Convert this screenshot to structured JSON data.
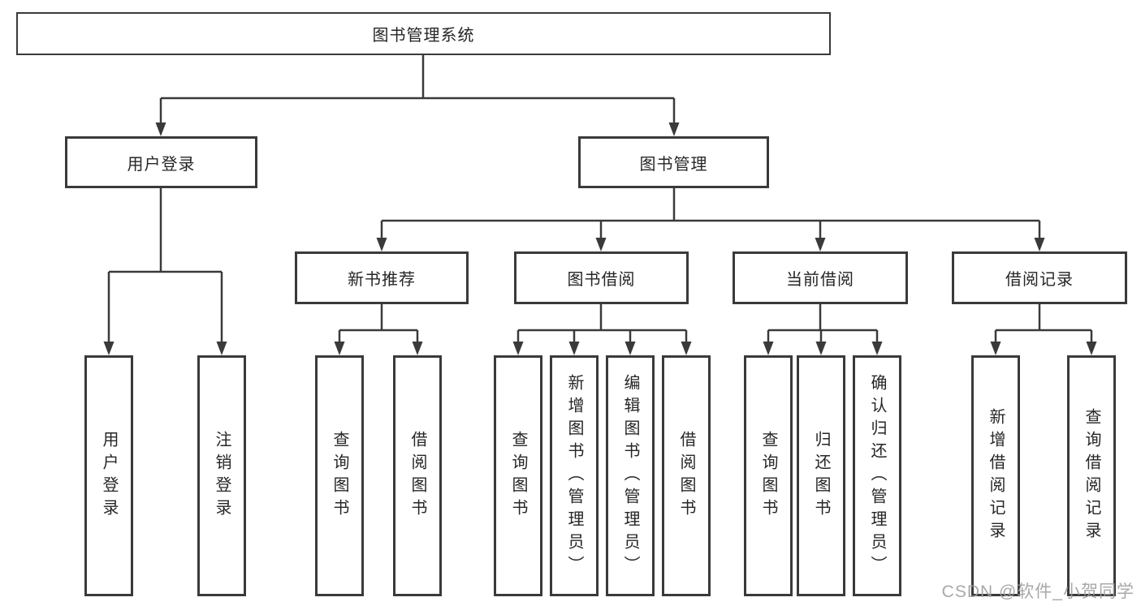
{
  "diagram": {
    "type": "hierarchy-tree",
    "colors": {
      "background": "#ffffff",
      "line": "#3a3a3a",
      "border": "#3a3a3a",
      "text": "#262626",
      "watermark": "#9e9e9e"
    },
    "root": {
      "label": "图书管理系统"
    },
    "level2": [
      {
        "label": "用户登录"
      },
      {
        "label": "图书管理"
      }
    ],
    "level3": [
      {
        "label": "新书推荐"
      },
      {
        "label": "图书借阅"
      },
      {
        "label": "当前借阅"
      },
      {
        "label": "借阅记录"
      }
    ],
    "leaves": {
      "user_login": [
        {
          "label": "用户登录"
        },
        {
          "label": "注销登录"
        }
      ],
      "new_books": [
        {
          "label": "查询图书"
        },
        {
          "label": "借阅图书"
        }
      ],
      "book_borrow": [
        {
          "label": "查询图书"
        },
        {
          "label": "新增图书（管理员）"
        },
        {
          "label": "编辑图书（管理员）"
        },
        {
          "label": "借阅图书"
        }
      ],
      "current_borrow": [
        {
          "label": "查询图书"
        },
        {
          "label": "归还图书"
        },
        {
          "label": "确认归还（管理员）"
        }
      ],
      "borrow_records": [
        {
          "label": "新增借阅记录"
        },
        {
          "label": "查询借阅记录"
        }
      ]
    },
    "watermark": "CSDN @软件_小贺同学"
  }
}
